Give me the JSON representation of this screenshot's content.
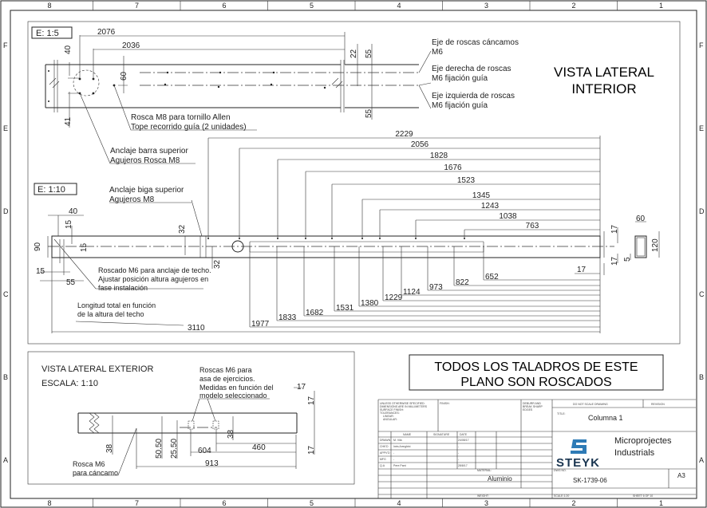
{
  "border": {
    "cols": [
      "8",
      "7",
      "6",
      "5",
      "4",
      "3",
      "2",
      "1"
    ],
    "rows": [
      "F",
      "E",
      "D",
      "C",
      "B",
      "A"
    ]
  },
  "view_top": {
    "scale": "E: 1:5",
    "dims": {
      "d2076": "2076",
      "d2036": "2036",
      "d40": "40",
      "d41": "41",
      "d60": "60",
      "d22": "22",
      "d55a": "55",
      "d55b": "55"
    },
    "notes": {
      "rosca_m8_1": "Rosca M8 para tornillo Allen",
      "rosca_m8_2": "Tope recorrido guía (2 unidades)",
      "anclaje_1": "Anclaje barra superior",
      "anclaje_2": "Agujeros Rosca M8",
      "eje_c_1": "Eje de roscas cáncamos",
      "eje_c_2": "M6",
      "eje_d_1": "Eje derecha de roscas",
      "eje_d_2": "M6 fijación guía",
      "eje_i_1": "Eje izquierda de roscas",
      "eje_i_2": "M6 fijación guía"
    },
    "title_1": "VISTA LATERAL",
    "title_2": "INTERIOR"
  },
  "view_mid": {
    "scale": "E: 1:10",
    "upper_dims": [
      "2229",
      "2056",
      "1828",
      "1676",
      "1523",
      "1345",
      "1243",
      "1038",
      "763"
    ],
    "lower_dims": [
      "652",
      "822",
      "973",
      "1124",
      "1229",
      "1380",
      "1531",
      "1682",
      "1833",
      "1977"
    ],
    "total": "3110",
    "small": {
      "d40": "40",
      "d15a": "15",
      "d15b": "15",
      "d90": "90",
      "d15c": "15",
      "d55": "55",
      "d32a": "32",
      "d32b": "32",
      "d17a": "17",
      "d17b": "17",
      "d17c": "17",
      "d60": "60",
      "d120": "120",
      "d5": "5"
    },
    "notes": {
      "biga_1": "Anclaje biga superior",
      "biga_2": "Agujeros M8",
      "roscado_1": "Roscado M6 para anclaje de techo.",
      "roscado_2": "Ajustar posición altura agujeros en",
      "roscado_3": "fase instalación",
      "long_1": "Longitud total en función",
      "long_2": "de la altura del techo"
    }
  },
  "view_ext": {
    "title": "VISTA LATERAL EXTERIOR",
    "scale": "ESCALA: 1:10",
    "notes": {
      "asa_1": "Roscas M6 para",
      "asa_2": "asa de ejercicios.",
      "asa_3": "Medidas en función del",
      "asa_4": "modelo seleccionado",
      "canc_1": "Rosca M6",
      "canc_2": "para cáncamo"
    },
    "dims": {
      "d38a": "38",
      "d50": "50.50",
      "d25": "25.50",
      "d38b": "38",
      "d604": "604",
      "d460": "460",
      "d913": "913",
      "d17a": "17",
      "d17b": "17",
      "d17c": "17"
    }
  },
  "banner": {
    "line1": "TODOS LOS TALADROS DE ESTE",
    "line2": "PLANO SON ROSCADOS"
  },
  "title_block": {
    "unless": [
      "UNLESS OTHERWISE SPECIFIED:",
      "DIMENSIONS ARE IN MILLIMETERS",
      "SURFACE FINISH:",
      "TOLERANCES:",
      "LINEAR:",
      "ANGULAR:"
    ],
    "finish": "FINISH:",
    "deburr": [
      "DEBURR AND",
      "BREAK SHARP",
      "EDGES"
    ],
    "do_not_scale": "DO NOT SCALE DRAWING",
    "revision": "REVISION",
    "title_label": "TITLE:",
    "title": "Columna 1",
    "headers": {
      "name": "NAME",
      "signature": "SIGNATURE",
      "date": "DATE"
    },
    "rows": [
      {
        "role": "DRAWN",
        "name": "M. Vila",
        "date": "24/08/17"
      },
      {
        "role": "CHK'D",
        "name": "Inés Arreghini",
        "date": "-"
      },
      {
        "role": "APPV'D",
        "name": "-",
        "date": "-"
      },
      {
        "role": "MFG",
        "name": "-",
        "date": "-"
      },
      {
        "role": "Q.A",
        "name": "Pere Pant",
        "date": "28/8/17"
      }
    ],
    "material_label": "MATERIAL:",
    "material": "Aluminio",
    "weight_label": "WEIGHT:",
    "company_logo": "STEYK",
    "company_1": "Microprojectes",
    "company_2": "Industrials",
    "dwg_label": "DWG NO.",
    "dwg": "SK-1739-06",
    "size": "A3",
    "scale": "SCALE:1:20",
    "sheet": "SHEET 6 OF 10"
  },
  "colors": {
    "logo": "#2e7bb6",
    "logo_text": "#1a3550"
  }
}
